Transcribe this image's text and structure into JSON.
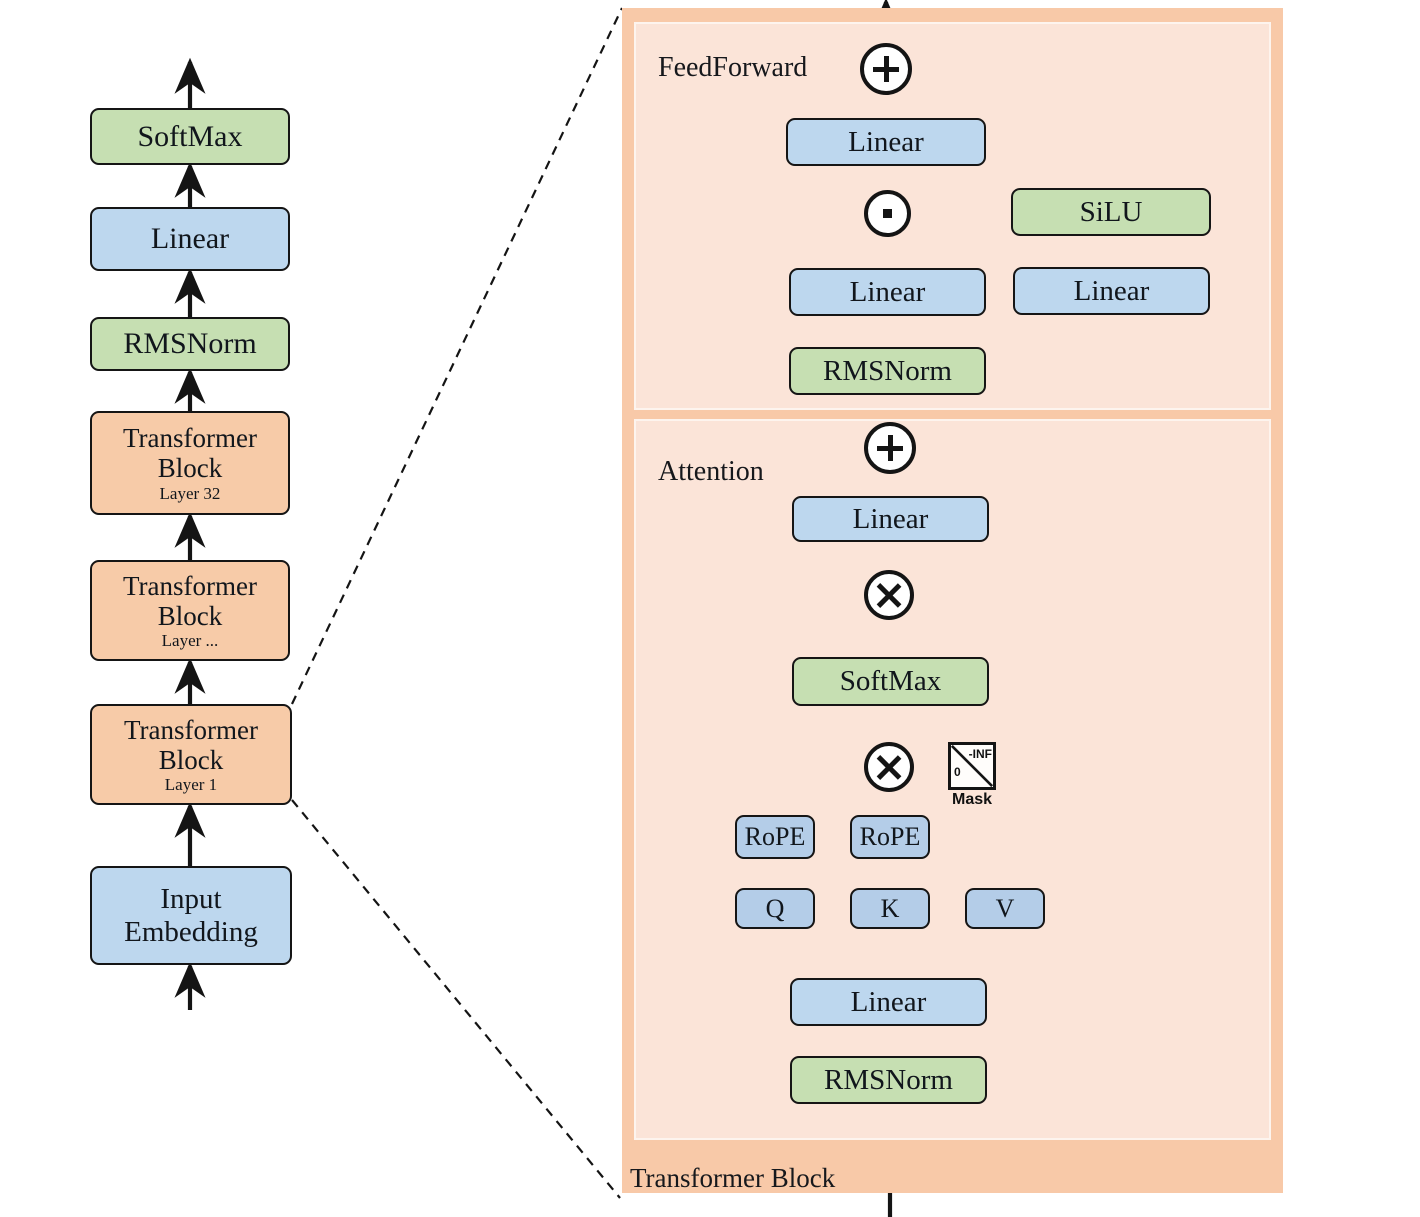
{
  "diagram": {
    "title": "Transformer (LLaMA-style) architecture diagram",
    "colors": {
      "blue": "#bdd7ee",
      "blue_dark": "#b4cde8",
      "green": "#c6dfb2",
      "orange": "#f7cba8",
      "panel_outer": "#f8c9a8",
      "panel_inner": "#fbe4d8",
      "stroke": "#141414"
    }
  },
  "overview": {
    "name": "model-stack",
    "nodes": [
      {
        "id": "softmax",
        "label": "SoftMax",
        "sublabel": "",
        "color": "green"
      },
      {
        "id": "linear",
        "label": "Linear",
        "sublabel": "",
        "color": "blue"
      },
      {
        "id": "rmsnorm",
        "label": "RMSNorm",
        "sublabel": "",
        "color": "green"
      },
      {
        "id": "block32",
        "label": "Transformer Block",
        "sublabel": "Layer 32",
        "color": "orange"
      },
      {
        "id": "blockdots",
        "label": "Transformer Block",
        "sublabel": "Layer ...",
        "color": "orange"
      },
      {
        "id": "block1",
        "label": "Transformer Block",
        "sublabel": "Layer 1",
        "color": "orange"
      },
      {
        "id": "embed",
        "label": "Input Embedding",
        "sublabel": "",
        "color": "blue"
      }
    ]
  },
  "detail": {
    "outer_label": "Transformer Block",
    "feedforward": {
      "label": "FeedForward",
      "nodes": [
        {
          "id": "ff-add",
          "label": "+",
          "kind": "op-plus"
        },
        {
          "id": "ff-linear-out",
          "label": "Linear",
          "kind": "box",
          "color": "blue"
        },
        {
          "id": "ff-mul",
          "label": "·",
          "kind": "op-dot"
        },
        {
          "id": "ff-silu",
          "label": "SiLU",
          "kind": "box",
          "color": "green"
        },
        {
          "id": "ff-linear-gate",
          "label": "Linear",
          "kind": "box",
          "color": "blue"
        },
        {
          "id": "ff-linear-up",
          "label": "Linear",
          "kind": "box",
          "color": "blue"
        },
        {
          "id": "ff-rmsnorm",
          "label": "RMSNorm",
          "kind": "box",
          "color": "green"
        }
      ]
    },
    "attention": {
      "label": "Attention",
      "nodes": [
        {
          "id": "at-add",
          "label": "+",
          "kind": "op-plus"
        },
        {
          "id": "at-linear-o",
          "label": "Linear",
          "kind": "box",
          "color": "blue"
        },
        {
          "id": "at-mul2",
          "label": "×",
          "kind": "op-times"
        },
        {
          "id": "at-softmax",
          "label": "SoftMax",
          "kind": "box",
          "color": "green"
        },
        {
          "id": "at-mul1",
          "label": "×",
          "kind": "op-times"
        },
        {
          "id": "at-mask",
          "label": "Mask",
          "kind": "mask",
          "inf": "-INF",
          "zero": "0"
        },
        {
          "id": "at-rope-q",
          "label": "RoPE",
          "kind": "box",
          "color": "blue"
        },
        {
          "id": "at-rope-k",
          "label": "RoPE",
          "kind": "box",
          "color": "blue"
        },
        {
          "id": "at-q",
          "label": "Q",
          "kind": "box",
          "color": "blue"
        },
        {
          "id": "at-k",
          "label": "K",
          "kind": "box",
          "color": "blue"
        },
        {
          "id": "at-v",
          "label": "V",
          "kind": "box",
          "color": "blue"
        },
        {
          "id": "at-linear-qkv",
          "label": "Linear",
          "kind": "box",
          "color": "blue"
        },
        {
          "id": "at-rmsnorm",
          "label": "RMSNorm",
          "kind": "box",
          "color": "green"
        }
      ]
    }
  }
}
